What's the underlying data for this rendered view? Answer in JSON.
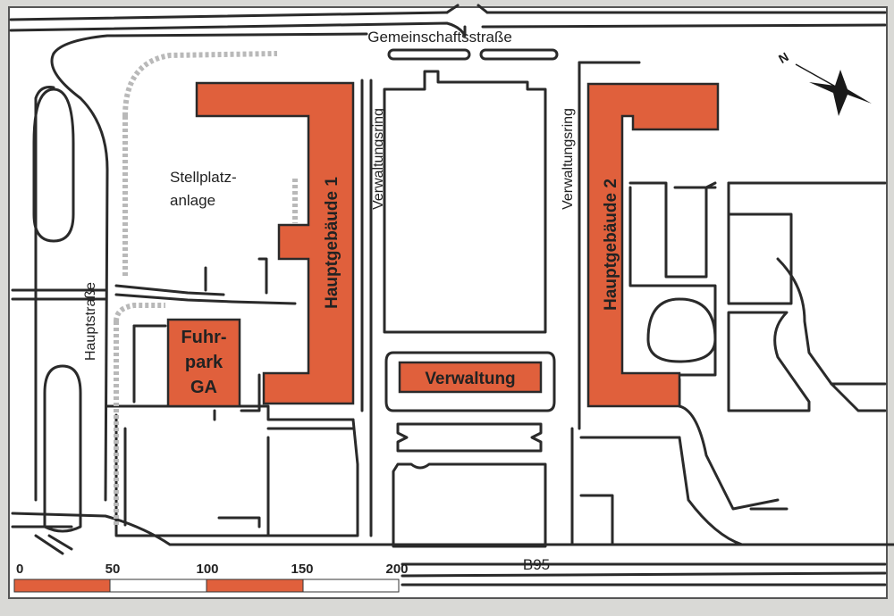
{
  "streets": {
    "top": "Gemeinschaftsstraße",
    "left": "Hauptstraße",
    "ring_left": "Verwaltungsring",
    "ring_right": "Verwaltungsring",
    "bottom": "B95"
  },
  "buildings": {
    "hauptgebaeude_1": "Hauptgebäude 1",
    "hauptgebaeude_2": "Hauptgebäude 2",
    "verwaltung": "Verwaltung",
    "fuhrpark_line1": "Fuhr-",
    "fuhrpark_line2": "park",
    "fuhrpark_line3": "GA"
  },
  "areas": {
    "stellplatz_line1": "Stellplatz-",
    "stellplatz_line2": "anlage"
  },
  "compass": {
    "north_label": "N"
  },
  "scale": {
    "ticks": [
      "0",
      "50",
      "100",
      "150",
      "200"
    ],
    "colors": [
      "#e0603c",
      "#ffffff",
      "#e0603c",
      "#ffffff"
    ]
  },
  "colors": {
    "building": "#e0603c",
    "building_stroke": "#2a2a2a",
    "paper": "#ffffff",
    "line": "#2a2a2a"
  }
}
